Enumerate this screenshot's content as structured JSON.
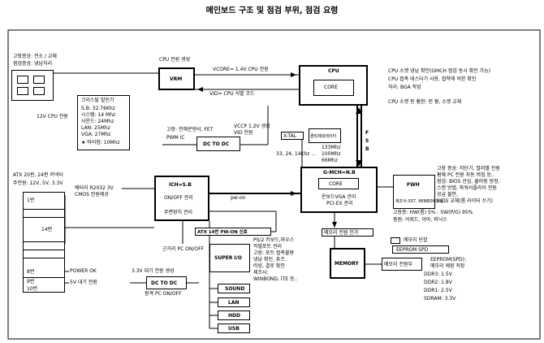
{
  "title": "메인보드 구조 및 점검 부위, 점검 요령",
  "psu": {
    "symptom": "고장증상: 전소 / 교체",
    "check": "점검증상: 냉납처리",
    "label": "12V CPU 전원"
  },
  "crystal": {
    "title": "크리스탈 발진기",
    "lines": [
      "S.B: 32.76Khz",
      "시스템: 14 Mhz",
      "사운드: 24Mhz",
      "LAN: 25Mhz",
      "VGA: 27Mhz",
      "★ 마이컴: 10Mhz"
    ]
  },
  "vrm": {
    "title": "CPU 전원 생성",
    "label": "VRM"
  },
  "cpu": {
    "title": "CPU",
    "core": "CORE",
    "vcore": "VCORE= 1.4V CPU 전원",
    "vid": "VID= CPU 식별 코드",
    "notes": [
      "CPU 소켓 냉납 확인(GMCH 점검 동시 확인 가능)",
      "CPU 접촉 테스터기 사용, 접착에 의한 확인",
      "처리: BGA 작업",
      "CPU 소켓 핀 휨현: 핀 펌, 소켓 교체"
    ]
  },
  "dcdc1": {
    "note1": "고장: 전해콘덴서, FET",
    "note2": "PWM IC",
    "vccp": "VCCP 1.2V 생성",
    "vid": "VID 전원",
    "label": "DC TO DC"
  },
  "xtal": {
    "label": "X-TAL",
    "clk": "클럭제네레이터",
    "f1": "133Mhz",
    "f2": "33, 24, 14Khz ...",
    "f3": "100Mhz",
    "f4": "66Mhz"
  },
  "fsb": {
    "a": "F",
    "b": "S",
    "c": "B"
  },
  "gmch": {
    "title": "G-MCH=N.B",
    "core": "CORE",
    "l1": "온보드VGA 관리",
    "l2": "PCI-EX 관리"
  },
  "fwh": {
    "title": "FWH",
    "l1": "제조사:SST, WINBOND 등..",
    "notes": [
      "고장 증상: 저단기, 컬러별 전원",
      "펌웨 PC 전원 자동 켜짐 등..",
      "점검: BIOS 선입, 쿨러링 방정,",
      "스캔 방법, 파워서플라이 전원",
      "공급 불안,",
      "BIOS 교체(롬 라이터 쓰기)"
    ],
    "lv": "고장증: HW(롬) 5% : SW(P/G) 95%",
    "lv2": "충원: 어뢰드, 아마, 피닉스"
  },
  "atx": {
    "l1": "ATX 20핀, 24핀 커넥터",
    "l2": "주전원: 12V, 5V, 3.3V",
    "pin1": "1번",
    "pin14": "14번",
    "pin8": "8번",
    "pin9": "9번",
    "pin10": "10번",
    "power_ok": "POWER OK",
    "sb5v": "5V 대기 전원"
  },
  "battery": {
    "l1": "배터리 R2032 3V",
    "l2": "CMOS 전원제공"
  },
  "ich": {
    "title": "ICH=S.B",
    "l1": "ON/OFF 관리",
    "l2": "주변장치 관리"
  },
  "pwon": {
    "label": "pw-on",
    "sig": "ATX 14번 PW-ON 신호"
  },
  "superio": {
    "title": "SUPER I/O",
    "note": "근거리 PC ON/OFF",
    "lines": [
      "PS/2 키보드,마우스",
      "직렬포트 관리",
      "고장: 포트 접촉불량",
      "냉납 확인, 퓨즈.",
      "러빙, 결로 확인",
      "제조사:",
      "WINBOND, ITE 등.."
    ]
  },
  "dcdc2": {
    "note": "3.3V 대기 전원 생성",
    "label": "DC TO DC",
    "remote": "원격 PC ON/OFF"
  },
  "periph": [
    "SOUND",
    "LAN",
    "HDD",
    "USB"
  ],
  "memory": {
    "check": "메모리 전원 인가",
    "label": "MEMORY",
    "power": "메모리 전원부",
    "slot": "메모리 단합",
    "spd": "EEPROM SPD",
    "spd2": "EEPROM(SPD):",
    "spd3": "메모리 제원 저장",
    "ddr": [
      "DDR3: 1.5V",
      "DDR2: 1.8V",
      "DDR1: 2.5V",
      "SDRAM: 3.3V"
    ]
  }
}
